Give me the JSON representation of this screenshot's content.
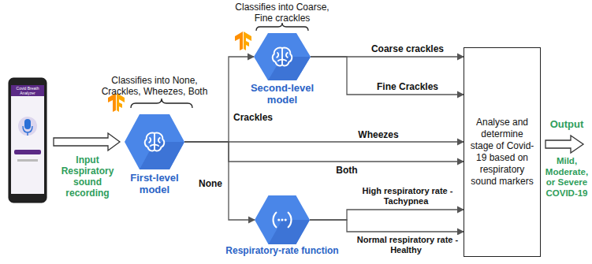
{
  "diagram": {
    "nodes": [
      {
        "text": [
          "Covid Breath Analyzer"
        ]
      },
      {
        "text": [
          "Classifies into None, Crackles, Wheezes, Both",
          "First-level model"
        ]
      },
      {
        "text": [
          "Classifies into Coarse, Fine crackles",
          "Second-level model"
        ]
      },
      {
        "text": [
          "Respiratory-rate function"
        ]
      },
      {
        "text": [
          "Analyse and determine stage of Covid-19 based on respiratory sound markers"
        ]
      }
    ],
    "edges": [
      {
        "from": 0,
        "to": 1,
        "arrow": "to",
        "label": "Input Respiratory sound recording"
      },
      {
        "from": 1,
        "to": 2,
        "arrow": "to",
        "label": "Crackles"
      },
      {
        "from": 1,
        "to": 4,
        "arrow": "to",
        "label": "Wheezes"
      },
      {
        "from": 1,
        "to": 4,
        "arrow": "to",
        "label": "Both"
      },
      {
        "from": 1,
        "to": 3,
        "arrow": "to",
        "label": "None"
      },
      {
        "from": 2,
        "to": 4,
        "arrow": "to",
        "label": "Coarse crackles"
      },
      {
        "from": 2,
        "to": 4,
        "arrow": "to",
        "label": "Fine Crackles"
      },
      {
        "from": 3,
        "to": 4,
        "arrow": "to",
        "label": "High respiratory rate - Tachypnea"
      },
      {
        "from": 3,
        "to": 4,
        "arrow": "to",
        "label": "Normal respiratory rate - Healthy"
      }
    ],
    "labels": [
      "Output",
      "Mild, Moderate, or Severe COVID-19"
    ]
  }
}
